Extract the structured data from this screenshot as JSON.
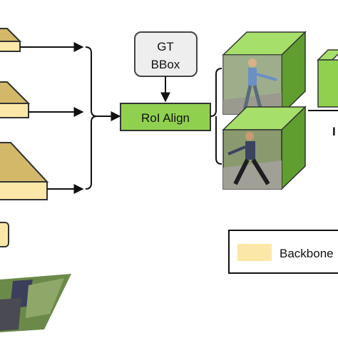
{
  "gt_box": {
    "line1": "GT",
    "line2": "BBox"
  },
  "roi_align": {
    "label": "RoI Align"
  },
  "legend": {
    "backbone_label": "Backbone"
  },
  "partial_text": {
    "right_edge": "I"
  },
  "colors": {
    "backbone_fill": "#fbe8a8",
    "backbone_stroke": "#333333",
    "roi_green": "#8fd14f",
    "cube_top": "#a6e06a",
    "cube_side": "#5f9e2f",
    "gt_fill": "#eeeeee"
  }
}
